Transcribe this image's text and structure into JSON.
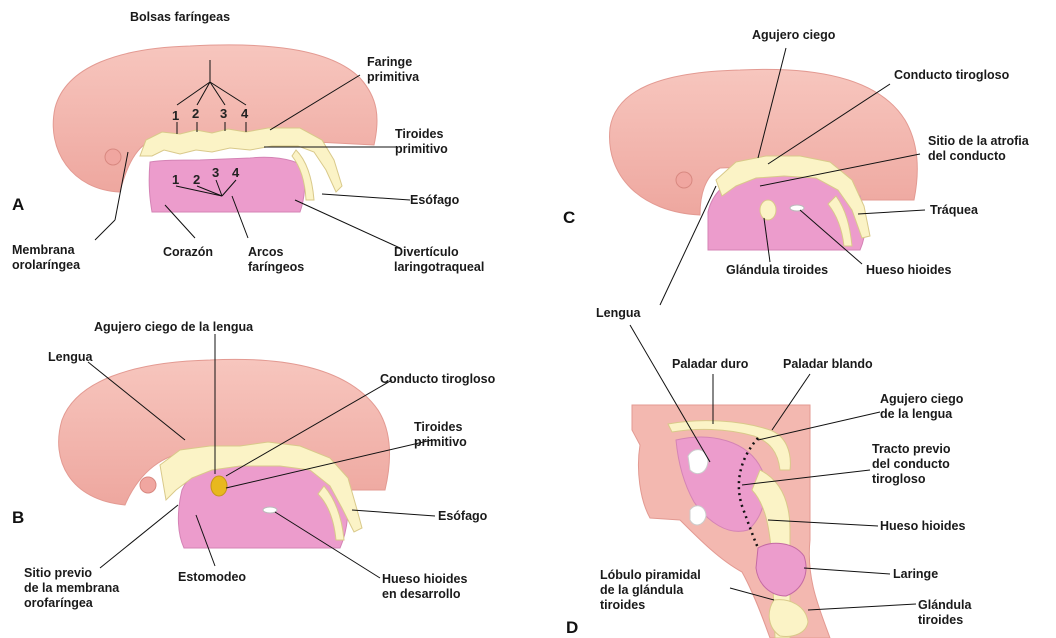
{
  "colors": {
    "head": "#f3b8b0",
    "head_edge": "#e39a92",
    "endoderm": "#fbf3c6",
    "endoderm_edge": "#d9c98a",
    "pink_body": "#ec9ccc",
    "thyroid": "#e8b81e",
    "line": "#111111"
  },
  "panels": {
    "a": "A",
    "b": "B",
    "c": "C",
    "d": "D"
  },
  "labels_a": {
    "bolsas": "Bolsas faríngeas",
    "faringe": "Faringe\nprimitiva",
    "tiroides": "Tiroides\nprimitivo",
    "esofago": "Esófago",
    "membrana": "Membrana\norolaríngea",
    "corazon": "Corazón",
    "arcos": "Arcos\nfaríngeos",
    "diverticulo": "Divertículo\nlaringotraqueal",
    "pouch_numbers": [
      "1",
      "2",
      "3",
      "4"
    ],
    "arch_numbers": [
      "1",
      "2",
      "3",
      "4"
    ]
  },
  "labels_b": {
    "agujero": "Agujero ciego de la lengua",
    "lengua": "Lengua",
    "conducto": "Conducto tirogloso",
    "tiroides": "Tiroides\nprimitivo",
    "esofago": "Esófago",
    "sitio": "Sitio previo\nde la membrana\norofaríngea",
    "estomodeo": "Estomodeo",
    "hueso": "Hueso hioides\nen desarrollo"
  },
  "labels_c": {
    "agujero": "Agujero ciego",
    "conducto": "Conducto tirogloso",
    "sitio": "Sitio de la atrofia\ndel conducto",
    "traquea": "Tráquea",
    "glandula": "Glándula tiroides",
    "hueso": "Hueso hioides"
  },
  "labels_d": {
    "lengua": "Lengua",
    "paladar_duro": "Paladar duro",
    "paladar_blando": "Paladar blando",
    "agujero": "Agujero ciego\nde la lengua",
    "tracto": "Tracto previo\ndel conducto\ntirogloso",
    "hueso": "Hueso hioides",
    "laringe": "Laringe",
    "lobulo": "Lóbulo piramidal\nde la glándula\ntiroides",
    "glandula": "Glándula\ntiroides"
  }
}
